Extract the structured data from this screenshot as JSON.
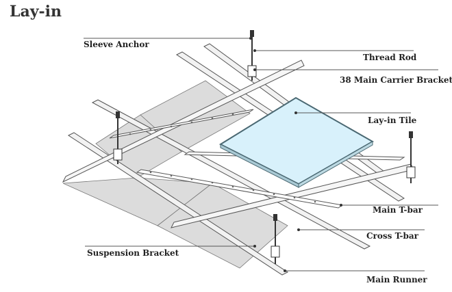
{
  "title": "Lay-in",
  "labels": {
    "sleeve_anchor": "Sleeve Anchor",
    "thread_rod": "Thread Rod",
    "main_carrier_bracket": "38 Main Carrier Bracket",
    "lay_in_tile": "Lay-in Tile",
    "main_t_bar": "Main T-bar",
    "cross_t_bar": "Cross T-bar",
    "suspension_bracket": "Suspension Bracket",
    "main_runner": "Main Runner"
  },
  "colors": {
    "panel": "#dcdcdc",
    "steel": "#f2f2f2",
    "line": "#555555",
    "tile_fill": "#d8f1fb",
    "tile_edge": "#4a6872",
    "leader": "#555555"
  }
}
